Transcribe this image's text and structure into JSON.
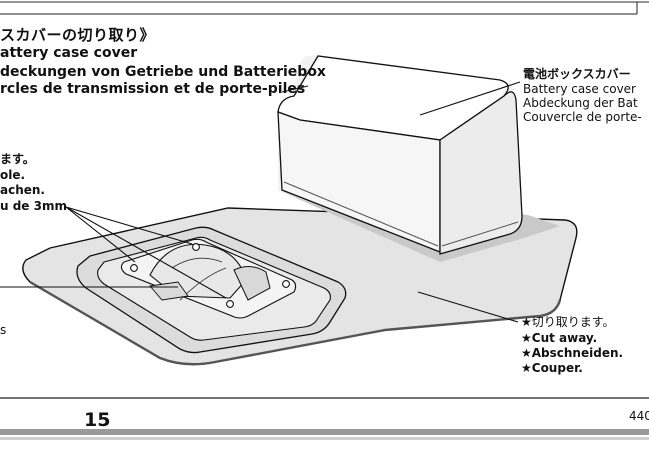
{
  "header": {
    "title_jp": "スカバーの切り取り》",
    "title_en": "attery case cover",
    "title_de": "deckungen von Getriebe und Batteriebox",
    "title_fr": "rcles de transmission et de porte-piles"
  },
  "left_note": {
    "jp": "ます。",
    "en": "ole.",
    "de": "achen.",
    "fr": "u de 3mm.",
    "partial": "s"
  },
  "cover_label": {
    "jp": "電池ボックスカバー",
    "en": "Battery case cover",
    "de": "Abdeckung der Bat",
    "fr": "Couvercle de porte-"
  },
  "cut_note": {
    "jp": "★切り取ります。",
    "en": "★Cut away.",
    "de": "★Abschneiden.",
    "fr": "★Couper."
  },
  "footer": {
    "page_number": "15",
    "code": "440"
  }
}
